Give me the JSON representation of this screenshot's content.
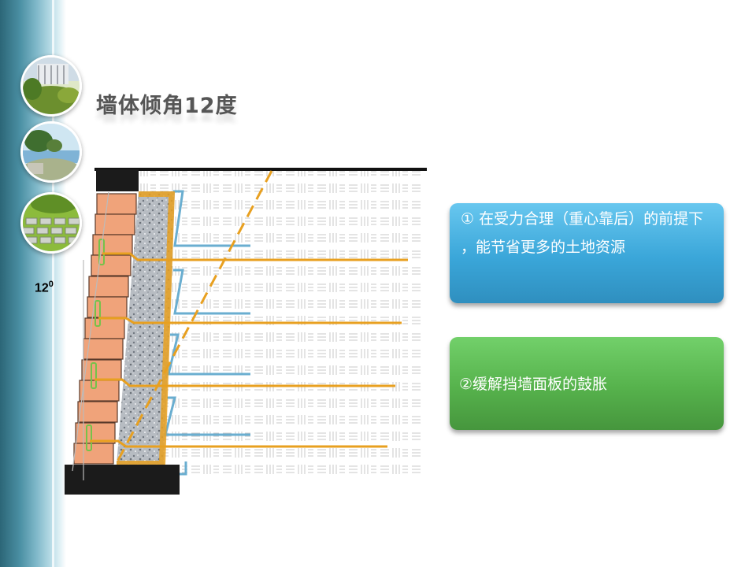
{
  "slide": {
    "title": "墙体倾角12度",
    "angle_label": {
      "value": "12",
      "superscript": "0"
    },
    "thumbnails": [
      "garden-thumbnail",
      "lake-thumbnail",
      "paving-thumbnail"
    ],
    "boxes": [
      {
        "text": "① 在受力合理（重心靠后）的前提下 ，能节省更多的土地资源",
        "color": "#3aa6d9"
      },
      {
        "text": "②缓解挡墙面板的鼓胀",
        "color": "#56b24c"
      }
    ]
  },
  "colors": {
    "brick": "#f0a37a",
    "gravel": "#b7bcc2",
    "reinforcement": "#e8a020",
    "drain": "#6aaed0",
    "base": "#1b1b1b",
    "left_bar": "#4a8fa3"
  }
}
